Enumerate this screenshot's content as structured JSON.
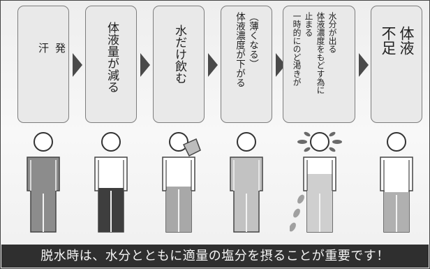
{
  "steps": [
    {
      "text": "発\n汗"
    },
    {
      "text": "体液量が減る"
    },
    {
      "text": "水だけ飲む"
    },
    {
      "text": "（薄くなる）\n体液濃度が下がる"
    },
    {
      "text": "水分が出る\n体液濃度をもどす為に\n止まる\n一時的にのど渇きが"
    },
    {
      "text": "体液\n不足"
    }
  ],
  "figures": [
    {
      "state": "sweating-body-gray"
    },
    {
      "state": "fluid-decreased-dark"
    },
    {
      "state": "drinking-water-cup"
    },
    {
      "state": "fluid-diluted-light"
    },
    {
      "state": "excreting-water"
    },
    {
      "state": "fluid-deficient"
    }
  ],
  "banner": "脱水時は、水分とともに適量の塩分を摂ることが重要です！",
  "colors": {
    "box_fill": "#e9e9e9",
    "box_border": "#7d7d7d",
    "arrow": "#4a4a4a",
    "banner_bg": "#2f2f2f",
    "banner_text": "#f4f4f4",
    "fluid_gray": "#8c8c8c",
    "fluid_dark": "#3e3e3e",
    "fluid_light": "#c2c2c2"
  }
}
